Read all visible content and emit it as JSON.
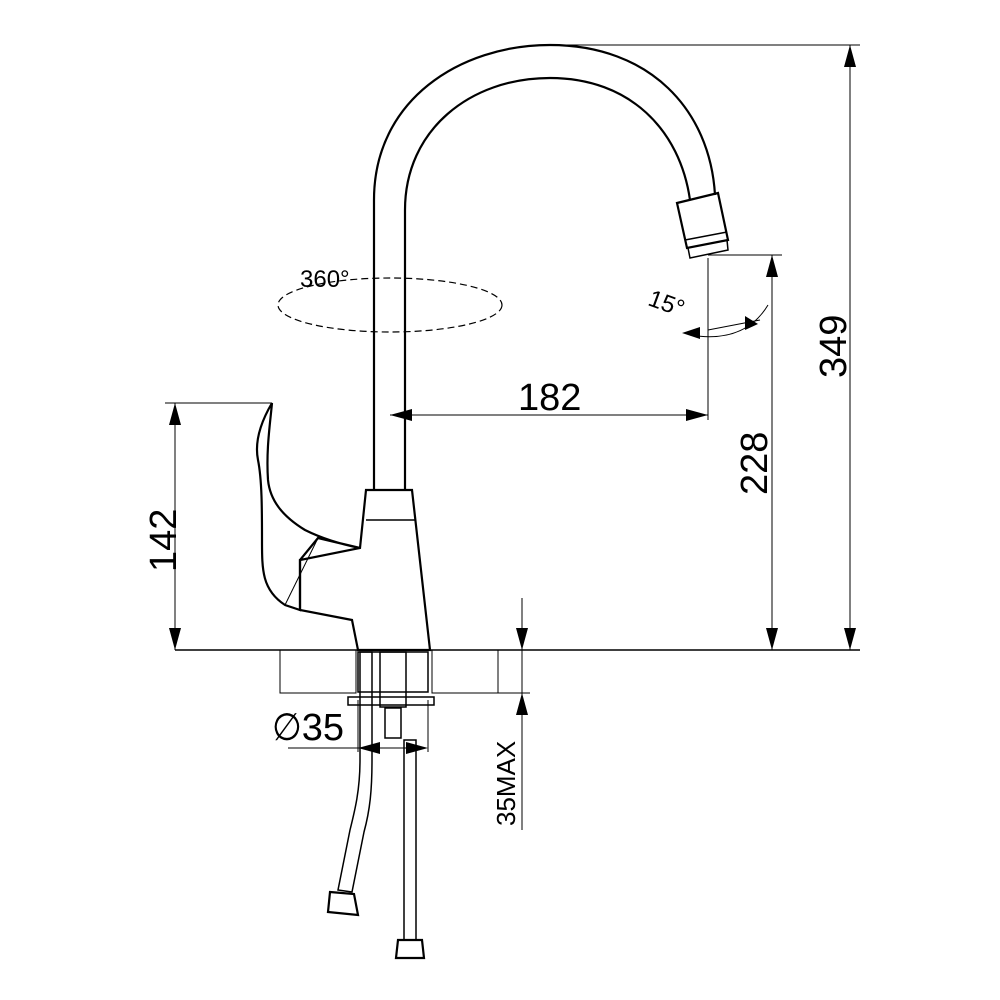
{
  "drawing": {
    "dimensions": {
      "total_height": "349",
      "spout_height": "228",
      "spout_reach": "182",
      "handle_height": "142",
      "hole_diameter": "∅35",
      "max_thickness": "35MAX",
      "rotation": "360°",
      "tilt_angle": "15°"
    }
  }
}
